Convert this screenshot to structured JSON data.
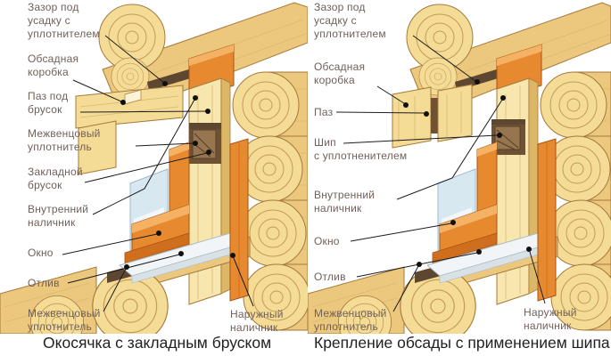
{
  "colors": {
    "background": "#ffffff",
    "wood_light": "#f4dc96",
    "wood_mid": "#ecc87e",
    "wood_outline": "#a5793a",
    "trim_orange": "#e78a2f",
    "seal_brown": "#5e4731",
    "glass_blue": "#d7e8f1",
    "sill_white": "#f1f5f7",
    "label_text": "#71605a",
    "caption_text": "#212121"
  },
  "diagrams": [
    {
      "caption": "Окосячка с закладным бруском",
      "labels": [
        {
          "name": "settling-gap",
          "lines": [
            "Зазор под",
            "усадку с",
            "уплотнителем"
          ]
        },
        {
          "name": "casing-box",
          "lines": [
            "Обсадная",
            "коробка"
          ]
        },
        {
          "name": "groove-for-bar",
          "lines": [
            "Паз под",
            "брусок"
          ]
        },
        {
          "name": "inter-crown-seal-top",
          "lines": [
            "Межвенцовый",
            "уплотнитель"
          ]
        },
        {
          "name": "embedded-bar",
          "lines": [
            "Закладной",
            "брусок"
          ]
        },
        {
          "name": "inner-trim",
          "lines": [
            "Внутренний",
            "наличник"
          ]
        },
        {
          "name": "window",
          "lines": [
            "Окно"
          ]
        },
        {
          "name": "drip-sill",
          "lines": [
            "Отлив"
          ]
        },
        {
          "name": "inter-crown-seal-bottom",
          "lines": [
            "Межвенцовый",
            "уплотнитель"
          ]
        },
        {
          "name": "outer-trim",
          "lines": [
            "Наружный",
            "наличник"
          ]
        }
      ]
    },
    {
      "caption": "Крепление обсады с применением шипа",
      "labels": [
        {
          "name": "settling-gap",
          "lines": [
            "Зазор под",
            "усадку с",
            "уплотнителем"
          ]
        },
        {
          "name": "casing-box",
          "lines": [
            "Обсадная",
            "коробка"
          ]
        },
        {
          "name": "groove",
          "lines": [
            "Паз"
          ]
        },
        {
          "name": "tenon-with-seal",
          "lines": [
            "Шип",
            "с уплотненителем"
          ]
        },
        {
          "name": "inner-trim",
          "lines": [
            "Внутренний",
            "наличник"
          ]
        },
        {
          "name": "window",
          "lines": [
            "Окно"
          ]
        },
        {
          "name": "drip-sill",
          "lines": [
            "Отлив"
          ]
        },
        {
          "name": "inter-crown-seal",
          "lines": [
            "Межвенцовый",
            "уплотнитель"
          ]
        },
        {
          "name": "outer-trim",
          "lines": [
            "Наружный",
            "наличник"
          ]
        }
      ]
    }
  ]
}
